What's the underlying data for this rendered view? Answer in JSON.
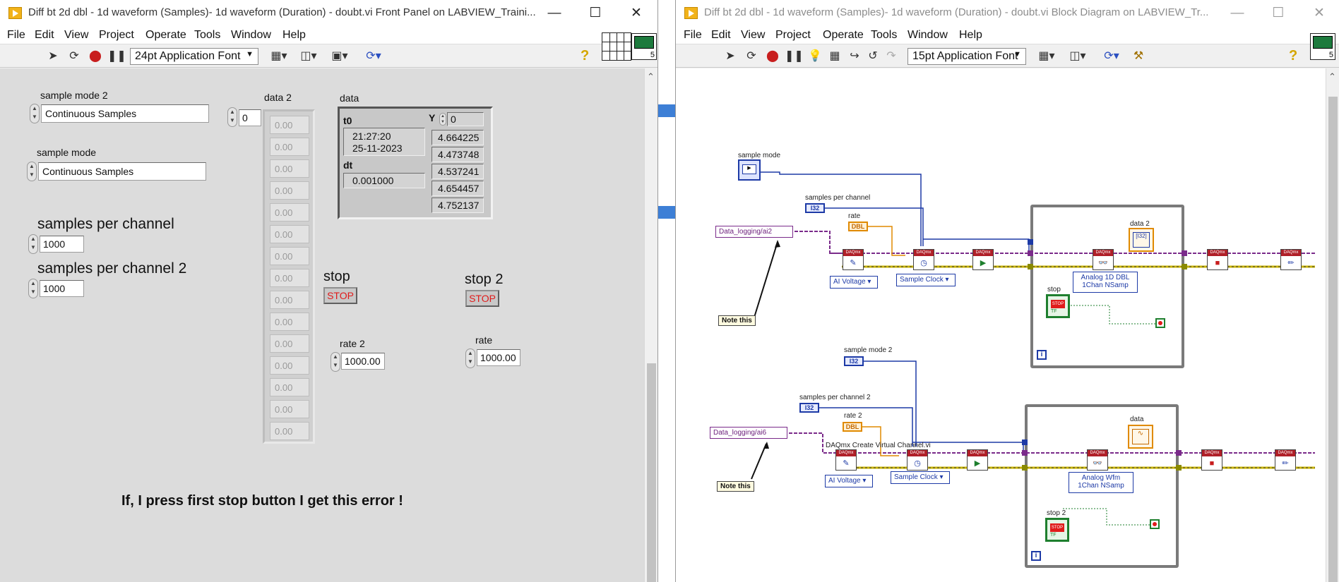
{
  "front_panel": {
    "title": "Diff bt 2d dbl - 1d waveform (Samples)- 1d waveform (Duration) - doubt.vi Front Panel on LABVIEW_Traini...",
    "menu": [
      "File",
      "Edit",
      "View",
      "Project",
      "Operate",
      "Tools",
      "Window",
      "Help"
    ],
    "font_selector": "24pt Application Font",
    "icon_number": "5",
    "controls": {
      "sample_mode_2": {
        "label": "sample mode 2",
        "value": "Continuous Samples"
      },
      "sample_mode": {
        "label": "sample mode",
        "value": "Continuous Samples"
      },
      "samples_per_channel": {
        "label": "samples per channel",
        "value": "1000"
      },
      "samples_per_channel_2": {
        "label": "samples per channel 2",
        "value": "1000"
      },
      "rate_2": {
        "label": "rate 2",
        "value": "1000.00"
      },
      "rate": {
        "label": "rate",
        "value": "1000.00"
      },
      "stop": {
        "label": "stop",
        "button_text": "STOP"
      },
      "stop_2": {
        "label": "stop 2",
        "button_text": "STOP"
      }
    },
    "data_2": {
      "label": "data 2",
      "index": "0",
      "values": [
        "0.00",
        "0.00",
        "0.00",
        "0.00",
        "0.00",
        "0.00",
        "0.00",
        "0.00",
        "0.00",
        "0.00",
        "0.00",
        "0.00",
        "0.00",
        "0.00",
        "0.00"
      ]
    },
    "waveform": {
      "label": "data",
      "t0_label": "t0",
      "t0_time": "21:27:20",
      "t0_date": "25-11-2023",
      "dt_label": "dt",
      "dt_value": "0.001000",
      "y_label": "Y",
      "y_index": "0",
      "y_values": [
        "4.664225",
        "4.473748",
        "4.537241",
        "4.654457",
        "4.752137"
      ]
    },
    "message": "If, I press first stop button I get this error !"
  },
  "block_diagram": {
    "title": "Diff bt 2d dbl - 1d waveform (Samples)- 1d waveform (Duration) - doubt.vi Block Diagram on LABVIEW_Tr...",
    "menu": [
      "File",
      "Edit",
      "View",
      "Project",
      "Operate",
      "Tools",
      "Window",
      "Help"
    ],
    "font_selector": "15pt Application Font",
    "icon_number": "5",
    "loop1": {
      "sample_mode_label": "sample mode",
      "samples_per_channel_label": "samples per channel",
      "rate_label": "rate",
      "channel": "Data_logging/ai2",
      "note": "Note this",
      "measurement": "AI Voltage",
      "timing": "Sample Clock",
      "read_label_1": "Analog 1D DBL",
      "read_label_2": "1Chan NSamp",
      "indicator_label": "data 2",
      "stop_label": "stop",
      "i32": "I32",
      "dbl": "DBL",
      "iteration": "i"
    },
    "loop2": {
      "sample_mode_label": "sample mode 2",
      "samples_per_channel_label": "samples per channel 2",
      "rate_label": "rate 2",
      "channel": "Data_logging/ai6",
      "note": "Note this",
      "create_channel_label": "DAQmx Create Virtual Channel.vi",
      "measurement": "AI Voltage",
      "timing": "Sample Clock",
      "read_label_1": "Analog Wfm",
      "read_label_2": "1Chan NSamp",
      "indicator_label": "data",
      "stop_label": "stop 2",
      "i32": "I32",
      "dbl": "DBL",
      "iteration": "i"
    }
  },
  "icons": {
    "run": "run-arrow-icon",
    "run_continuous": "run-continuously-icon",
    "abort": "abort-icon",
    "pause": "pause-icon",
    "help": "context-help-icon"
  },
  "colors": {
    "panel_bg": "#dcdcdc",
    "diagram_bg": "#ffffff",
    "stop_red": "#e01b1b",
    "wire_task": "#7a2a8a",
    "wire_error": "#c8b400",
    "wire_int": "#1d3aa6",
    "wire_dbl": "#e08a00",
    "wire_bool": "#1e7f2e"
  }
}
